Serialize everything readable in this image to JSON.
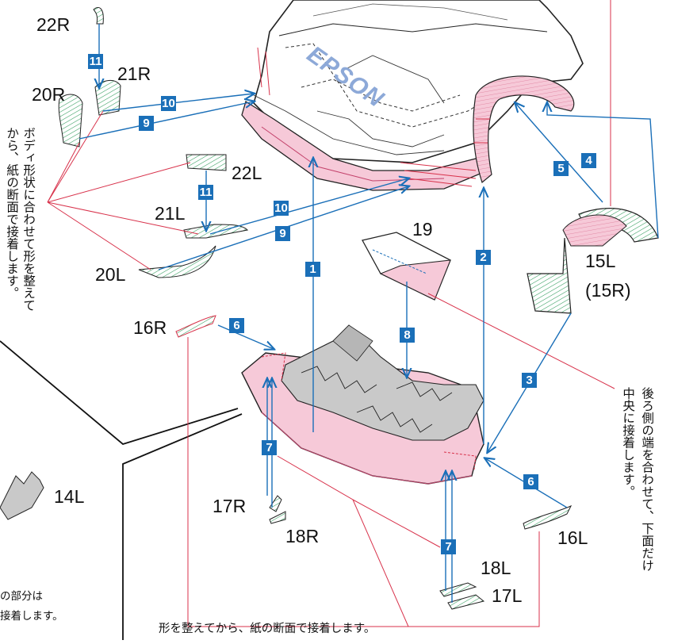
{
  "brand": {
    "logo_text": "EPSON"
  },
  "parts": {
    "p22R": "22R",
    "p21R": "21R",
    "p20R": "20R",
    "p22L": "22L",
    "p21L": "21L",
    "p20L": "20L",
    "p19": "19",
    "p15L": "15L",
    "p15R": "(15R)",
    "p16R": "16R",
    "p16L": "16L",
    "p17R": "17R",
    "p18R": "18R",
    "p17L": "17L",
    "p18L": "18L",
    "p14L": "14L"
  },
  "steps": {
    "s1": "1",
    "s2": "2",
    "s3": "3",
    "s4": "4",
    "s5": "5",
    "s6a": "6",
    "s6b": "6",
    "s7a": "7",
    "s7b": "7",
    "s8": "8",
    "s9a": "9",
    "s9b": "9",
    "s10a": "10",
    "s10b": "10",
    "s11a": "11",
    "s11b": "11"
  },
  "notes": {
    "left_col1": "ボディ形状に合わせて形を整えて",
    "left_col2": "から、紙の断面で接着します。",
    "right_col1": "後ろ側の端を合わせて、下面だけ",
    "right_col2": "中央に接着します。",
    "bottom": "形を整えてから、紙の断面で接着します。",
    "partial_line1": "の部分は",
    "partial_line2": "接着します。"
  },
  "colors": {
    "step_blue": "#1a6fb8",
    "leader_red": "#d8324b",
    "paper_pink": "#f6c9d8",
    "grey_part": "#c9c9c9",
    "hatch_green": "#2e9a5a"
  }
}
